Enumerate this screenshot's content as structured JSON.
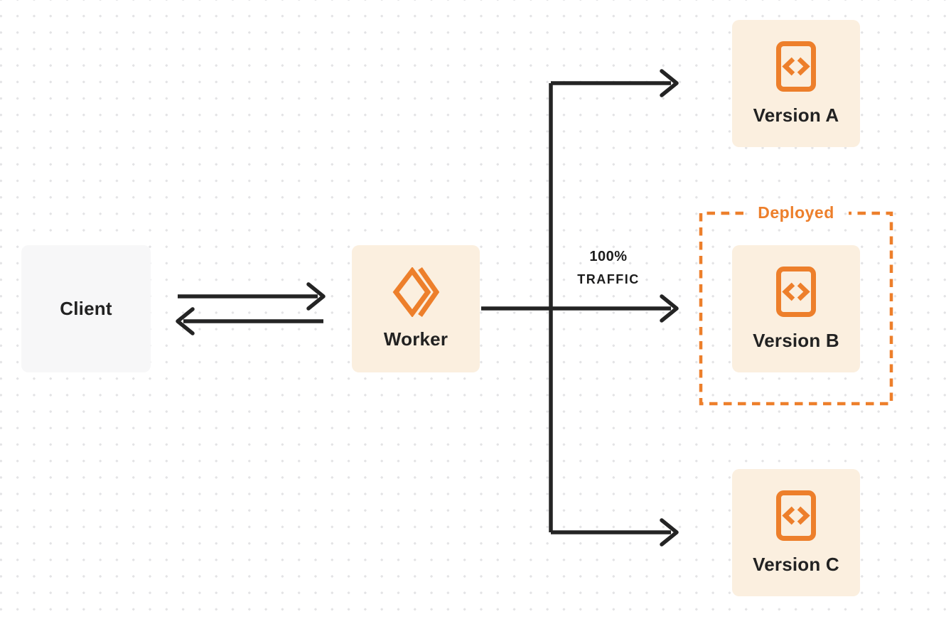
{
  "diagram": {
    "client": {
      "label": "Client"
    },
    "worker": {
      "label": "Worker",
      "icon": "workers-logo-icon"
    },
    "versions": [
      {
        "label": "Version A",
        "icon": "code-file-icon",
        "deployed": false
      },
      {
        "label": "Version B",
        "icon": "code-file-icon",
        "deployed": true
      },
      {
        "label": "Version C",
        "icon": "code-file-icon",
        "deployed": false
      }
    ],
    "deployed_group": {
      "label": "Deployed"
    },
    "traffic_annotation": {
      "line1": "100%",
      "line2": "TRAFFIC"
    },
    "colors": {
      "accent_orange": "#ed7f2b",
      "node_cream": "#fbefdf",
      "node_gray": "#f7f7f8",
      "connector_dark": "#242424",
      "dot_grid": "#e3e3e5",
      "background": "#ffffff"
    }
  }
}
